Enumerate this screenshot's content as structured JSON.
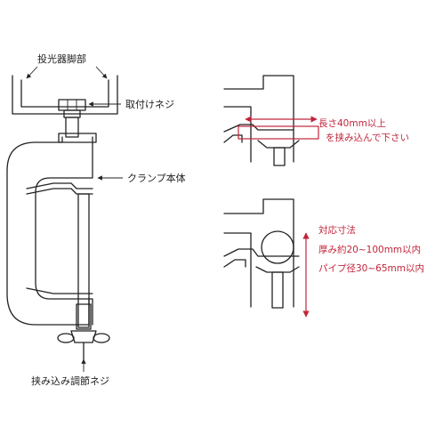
{
  "labels": {
    "projector_leg": "投光器脚部",
    "mount_screw": "取付けネジ",
    "clamp_body": "クランプ本体",
    "clamp_adjust_screw": "挟み込み調節ネジ"
  },
  "notes": {
    "insert_line1": "長さ40mm以上",
    "insert_line2": "を挟み込んで下さい",
    "fit_title": "対応寸法",
    "thickness": "厚み約20~100mm以内",
    "pipe_diameter": "パイプ径30~65mm以内"
  },
  "colors": {
    "line": "#222222",
    "accent": "#c0243a"
  },
  "icons": {
    "arrow": "arrow-icon",
    "wing_nut": "wing-nut-icon"
  }
}
